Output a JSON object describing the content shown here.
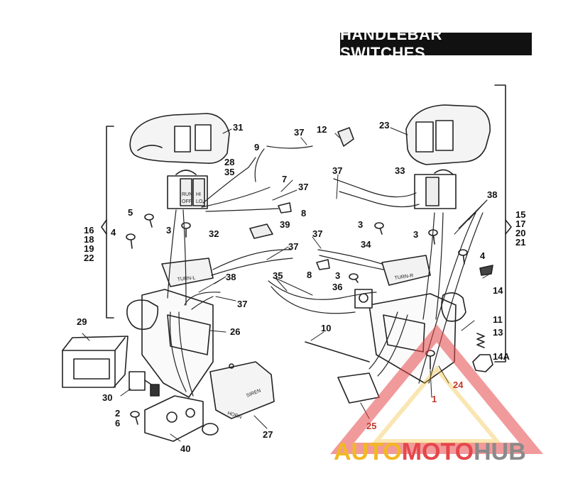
{
  "title": "HANDLEBAR SWITCHES",
  "callouts": {
    "c31": "31",
    "c37a": "37",
    "c12": "12",
    "c23": "23",
    "c9": "9",
    "c28": "28",
    "c35a": "35",
    "c7": "7",
    "c37b": "37",
    "c37c": "37",
    "c33": "33",
    "c5": "5",
    "c8a": "8",
    "c38a": "38",
    "c3a": "3",
    "c39": "39",
    "c3b": "3",
    "c3c": "3",
    "c4a": "4",
    "c32": "32",
    "c37d": "37",
    "c37e": "37",
    "c34": "34",
    "c4b": "4",
    "c38b": "38",
    "c8b": "8",
    "c3d": "3",
    "c35b": "35",
    "c36": "36",
    "c14": "14",
    "c37f": "37",
    "c29": "29",
    "c26": "26",
    "c10": "10",
    "c11": "11",
    "c13": "13",
    "c14a": "14A",
    "c30": "30",
    "c2": "2",
    "c6": "6",
    "c40": "40",
    "c27": "27",
    "c1": "1",
    "c24": "24",
    "c25": "25"
  },
  "group_left": [
    "16",
    "18",
    "19",
    "22"
  ],
  "group_right": [
    "15",
    "17",
    "20",
    "21"
  ],
  "part_labels": {
    "turn_l": "TURN-L",
    "turn_r": "TURN-R",
    "horn": "HORN",
    "siren": "SIREN",
    "run": "RUN",
    "off": "OFF",
    "hi": "HI",
    "lo": "LO"
  },
  "watermark": {
    "part1": "AUTO",
    "part2": "MOTO",
    "part3": "HUB",
    "colors": {
      "yellow": "#f2b824",
      "red": "#e5474b",
      "gray": "#8a8a8a"
    }
  }
}
